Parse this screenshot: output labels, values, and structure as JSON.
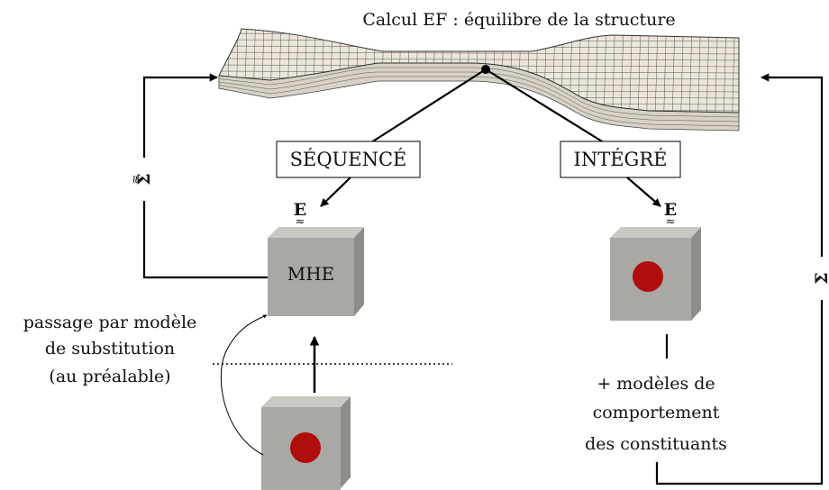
{
  "title": "Calcul EF : équilibre de la structure",
  "branches": {
    "left": "SÉQUENCÉ",
    "right": "INTÉGRÉ"
  },
  "symbols": {
    "strain": "E",
    "stress": "Σ"
  },
  "cubes": {
    "homogeneous_label": "MHE"
  },
  "left_note": {
    "line1": "passage par modèle",
    "line2": "de substitution",
    "line3": "(au préalable)"
  },
  "right_note": {
    "line1": "+ modèles de",
    "line2": "comportement",
    "line3": "des constituants"
  },
  "colors": {
    "specimen_face": "#ece6da",
    "specimen_grid": "#555555",
    "cube_front": "#a9a8a4",
    "cube_top": "#c9c8c3",
    "cube_side": "#8e8d89",
    "inclusion": "#b00d0d",
    "line": "#000000"
  },
  "icons": {
    "specimen": "tensile-specimen-mesh",
    "cube": "rve-cube",
    "inclusion": "red-circular-inclusion"
  }
}
